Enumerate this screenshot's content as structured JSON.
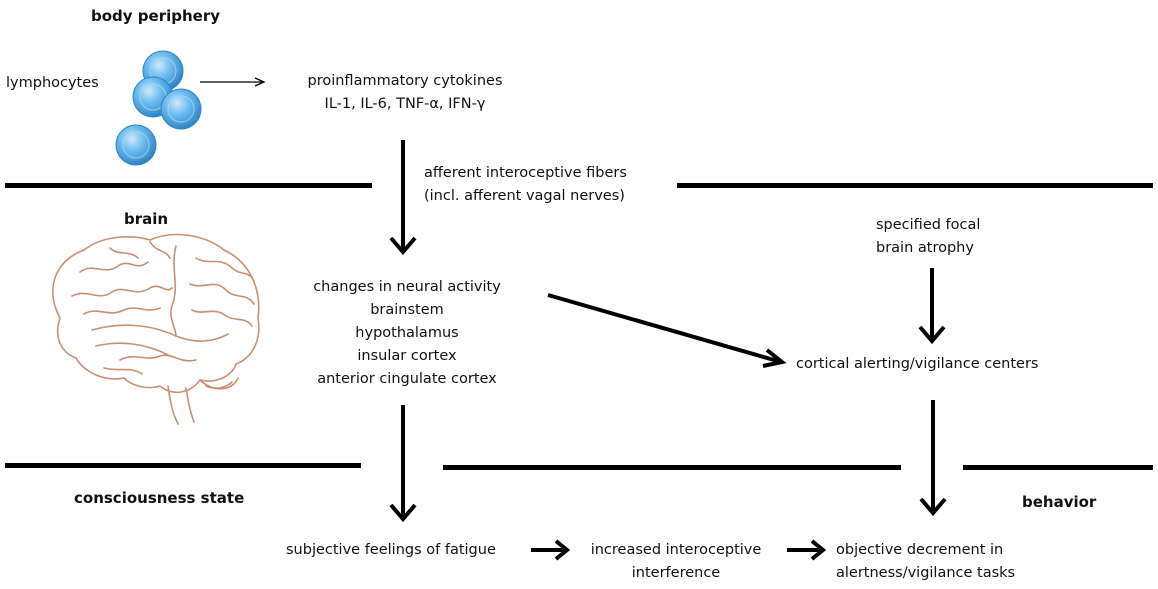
{
  "sections": {
    "body_periphery": "body periphery",
    "brain": "brain",
    "consciousness_state": "consciousness state",
    "behavior": "behavior"
  },
  "nodes": {
    "lymphocytes": "lymphocytes",
    "cytokines": {
      "title": "proinflammatory cytokines",
      "list": "IL-1, IL-6, TNF-α, IFN-γ"
    },
    "afferent": {
      "line1": "afferent interoceptive fibers",
      "line2": "(incl. afferent vagal nerves)"
    },
    "atrophy": {
      "line1": "specified focal",
      "line2": "brain atrophy"
    },
    "neural": {
      "title": "changes in neural activity",
      "regions": [
        "brainstem",
        "hypothalamus",
        "insular cortex",
        "anterior cingulate cortex"
      ]
    },
    "cortical": "cortical alerting/vigilance centers",
    "fatigue": "subjective feelings of fatigue",
    "interference": {
      "line1": "increased interoceptive",
      "line2": "interference"
    },
    "decrement": {
      "line1": "objective decrement in",
      "line2": "alertness/vigilance tasks"
    }
  },
  "colors": {
    "cell_fill": "#5aaee6",
    "cell_edge": "#2f86c4",
    "brain_outline": "#c98f73",
    "line": "#000000"
  }
}
